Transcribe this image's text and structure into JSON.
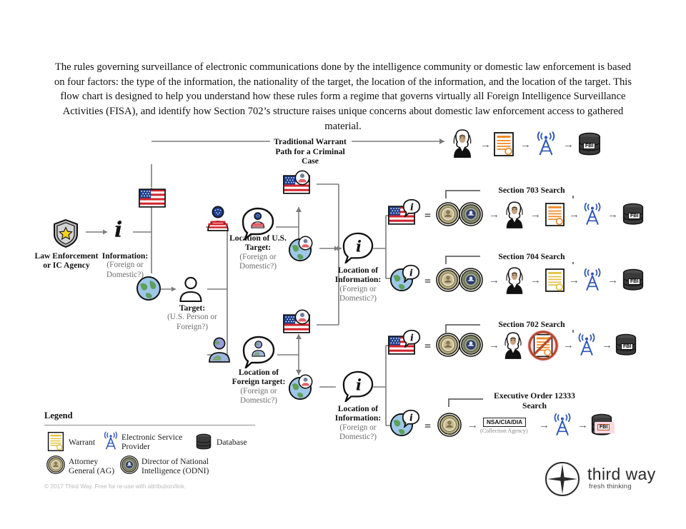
{
  "intro": "The rules governing surveillance of electronic communications done by the intelligence community or domestic law enforcement is based on four factors: the type of the information, the nationality of the target, the location of the information, and the location of the target. This flow chart is designed to help you understand how these rules form a regime that governs virtually all Foreign Intelligence Surveillance Activities (FISA), and identify how Section 702’s structure raises unique concerns about domestic law enforcement access to gathered material.",
  "nodes": {
    "agency": {
      "title": "Law Enforcement",
      "title2": "or IC Agency"
    },
    "information": {
      "title": "Information:",
      "sub": "(Foreign or Domestic?)"
    },
    "target": {
      "title": "Target:",
      "sub": "(U.S. Person or Foreign?)"
    },
    "us_target_location": {
      "title": "Location of U.S. Target:",
      "sub": "(Foreign or Domestic?)"
    },
    "foreign_target_location": {
      "title": "Location of Foreign target:",
      "sub": "(Foreign or Domestic?)"
    },
    "info_location_upper": {
      "title": "Location of Information:",
      "sub": "(Foreign or Domestic?)"
    },
    "info_location_lower": {
      "title": "Location of Information:",
      "sub": "(Foreign or Domestic?)"
    }
  },
  "paths": {
    "traditional": {
      "label": "Traditional Warrant Path for a Criminal Case"
    },
    "s703": {
      "label": "Section 703 Search"
    },
    "s704": {
      "label": "Section 704 Search"
    },
    "s702": {
      "label": "Section 702 Search"
    },
    "eo12333": {
      "label": "Executive Order 12333 Search"
    }
  },
  "collection_agency": {
    "box": "NSA/CIA/DIA",
    "sub": "(Collection Agency)"
  },
  "database_tag": "FBI",
  "legend": {
    "title": "Legend",
    "items": [
      {
        "icon": "warrant-icon",
        "label": "Warrant"
      },
      {
        "icon": "electronic-service-provider-icon",
        "label": "Electronic Service Provider"
      },
      {
        "icon": "database-icon",
        "label": "Database"
      },
      {
        "icon": "attorney-general-seal-icon",
        "label": "Attorney General (AG)"
      },
      {
        "icon": "odni-seal-icon",
        "label": "Director of National Intelligence (ODNI)"
      }
    ]
  },
  "copyright": "© 2017 Third Way. Free for re-use with attribution/link.",
  "brand": {
    "name": "third way",
    "tagline": "fresh thinking"
  },
  "colors": {
    "flag_red": "#d2242c",
    "flag_blue": "#1d3f8f",
    "globe_blue": "#9fc7e8",
    "globe_green": "#5fa05a",
    "seal_ag": "#b7ad7d",
    "seal_odni": "#8a8f6e",
    "line": "#7b7b7b",
    "warrant_orange": "#f08a28",
    "warrant_yellow": "#e3c23c",
    "tower_blue": "#2f56b5",
    "database_dark": "#3a3a3a",
    "highlight_pink": "#fbd8e4",
    "no_warrant_red": "#b34a2a"
  }
}
